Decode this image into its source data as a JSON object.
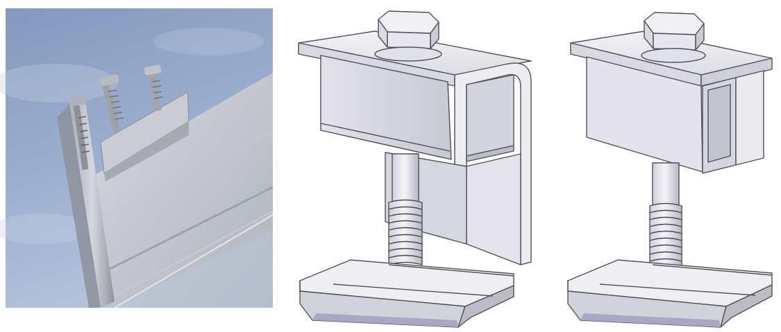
{
  "image": {
    "panels": [
      {
        "id": "photo",
        "content": "photo-of-installed-clamps"
      },
      {
        "id": "end-clamp",
        "content": "end-clamp-render"
      },
      {
        "id": "mid-clamp",
        "content": "mid-clamp-render"
      }
    ],
    "colors": {
      "sky_top": "#8fa3c4",
      "sky_bottom": "#a9b8d6",
      "aluminium_light": "#eeeef2",
      "aluminium_mid": "#d6d6de",
      "aluminium_dark": "#b6b6c2",
      "edge": "#5c5c66"
    }
  }
}
